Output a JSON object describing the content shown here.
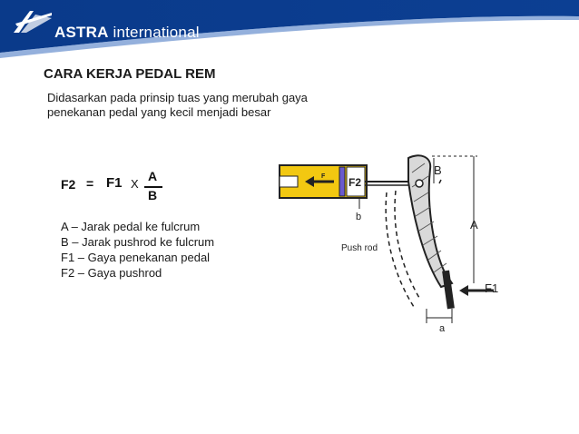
{
  "header": {
    "brand_bold": "ASTRA",
    "brand_light": " international",
    "background": "#0a3a8a",
    "accent": "#5b8fd6"
  },
  "slide": {
    "title": "CARA KERJA PEDAL REM",
    "intro": "Didasarkan pada prinsip tuas yang merubah gaya penekanan pedal yang kecil menjadi besar"
  },
  "formula": {
    "lhs": "F2",
    "equals": "=",
    "f1": "F1",
    "times": "X",
    "numerator": "A",
    "denominator": "B"
  },
  "legend": [
    "A – Jarak pedal ke fulcrum",
    "B – Jarak pushrod ke fulcrum",
    "F1 – Gaya penekanan pedal",
    "F2 – Gaya pushrod"
  ],
  "diagram": {
    "label_f2": "F2",
    "label_f_small": "F",
    "label_b_upper": "B",
    "label_b_lower": "b",
    "label_a_upper": "A",
    "label_a_lower": "a",
    "label_f1": "F1",
    "label_pushrod": "Push rod",
    "cylinder_color": "#f2c811",
    "piston_color": "#6a5acd"
  }
}
